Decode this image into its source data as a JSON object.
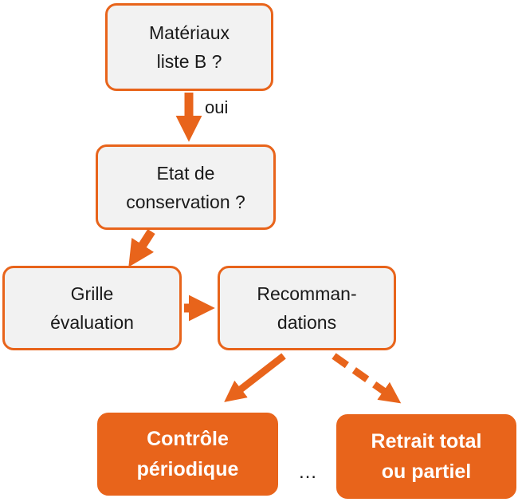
{
  "nodes": {
    "materiaux": "Matériaux\nliste B ?",
    "etat": "Etat de\nconservation ?",
    "grille": "Grille\névaluation",
    "recommandations": "Recomman-\ndations",
    "controle": "Contrôle\npériodique",
    "retrait": "Retrait total\nou partiel"
  },
  "edge_labels": {
    "oui": "oui",
    "ellipsis": "…"
  },
  "colors": {
    "accent": "#e8641b",
    "box_fill": "#f2f2f2",
    "text": "#1a1a1a"
  }
}
